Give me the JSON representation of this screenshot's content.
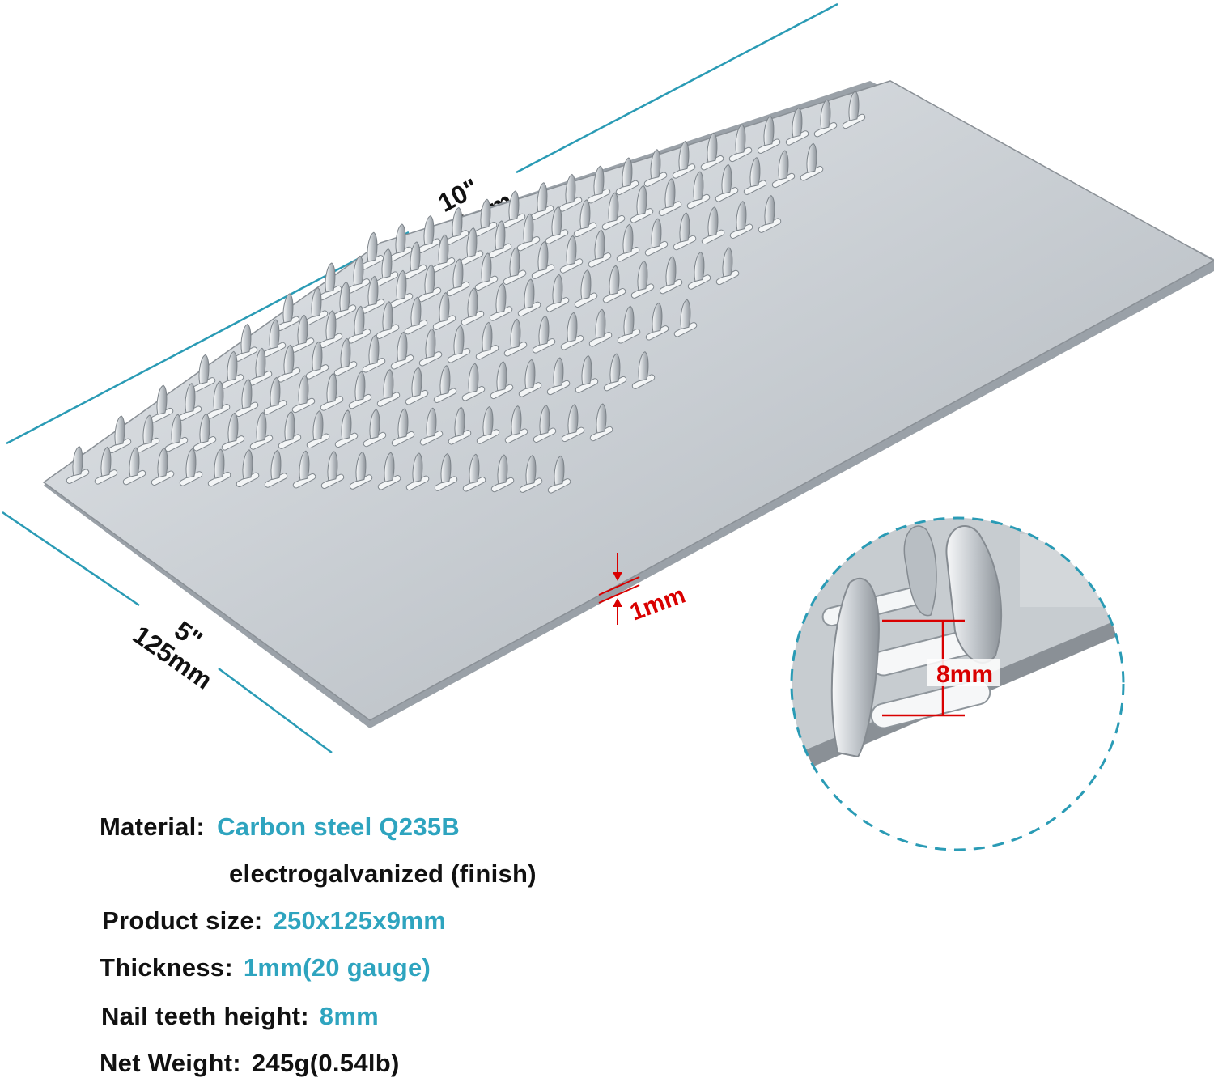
{
  "product": {
    "dimensions": {
      "length_in": "10\"",
      "length_mm": "250mm",
      "width_in": "5\"",
      "width_mm": "125mm",
      "thickness": "1mm",
      "tooth_height": "8mm"
    }
  },
  "colors": {
    "accent": "#2ea4bf",
    "dimension_line": "#2a9bb5",
    "marker": "#d90000",
    "label": "#111111"
  },
  "specs": {
    "material_label": "Material:",
    "material_value": "Carbon steel Q235B",
    "finish": "electrogalvanized (finish)",
    "size_label": "Product size:",
    "size_value": "250x125x9mm",
    "thickness_label": "Thickness:",
    "thickness_value": "1mm(20 gauge)",
    "teeth_label": "Nail teeth height:",
    "teeth_value": "8mm",
    "weight_label": "Net Weight:",
    "weight_value": "245g(0.54lb)"
  }
}
